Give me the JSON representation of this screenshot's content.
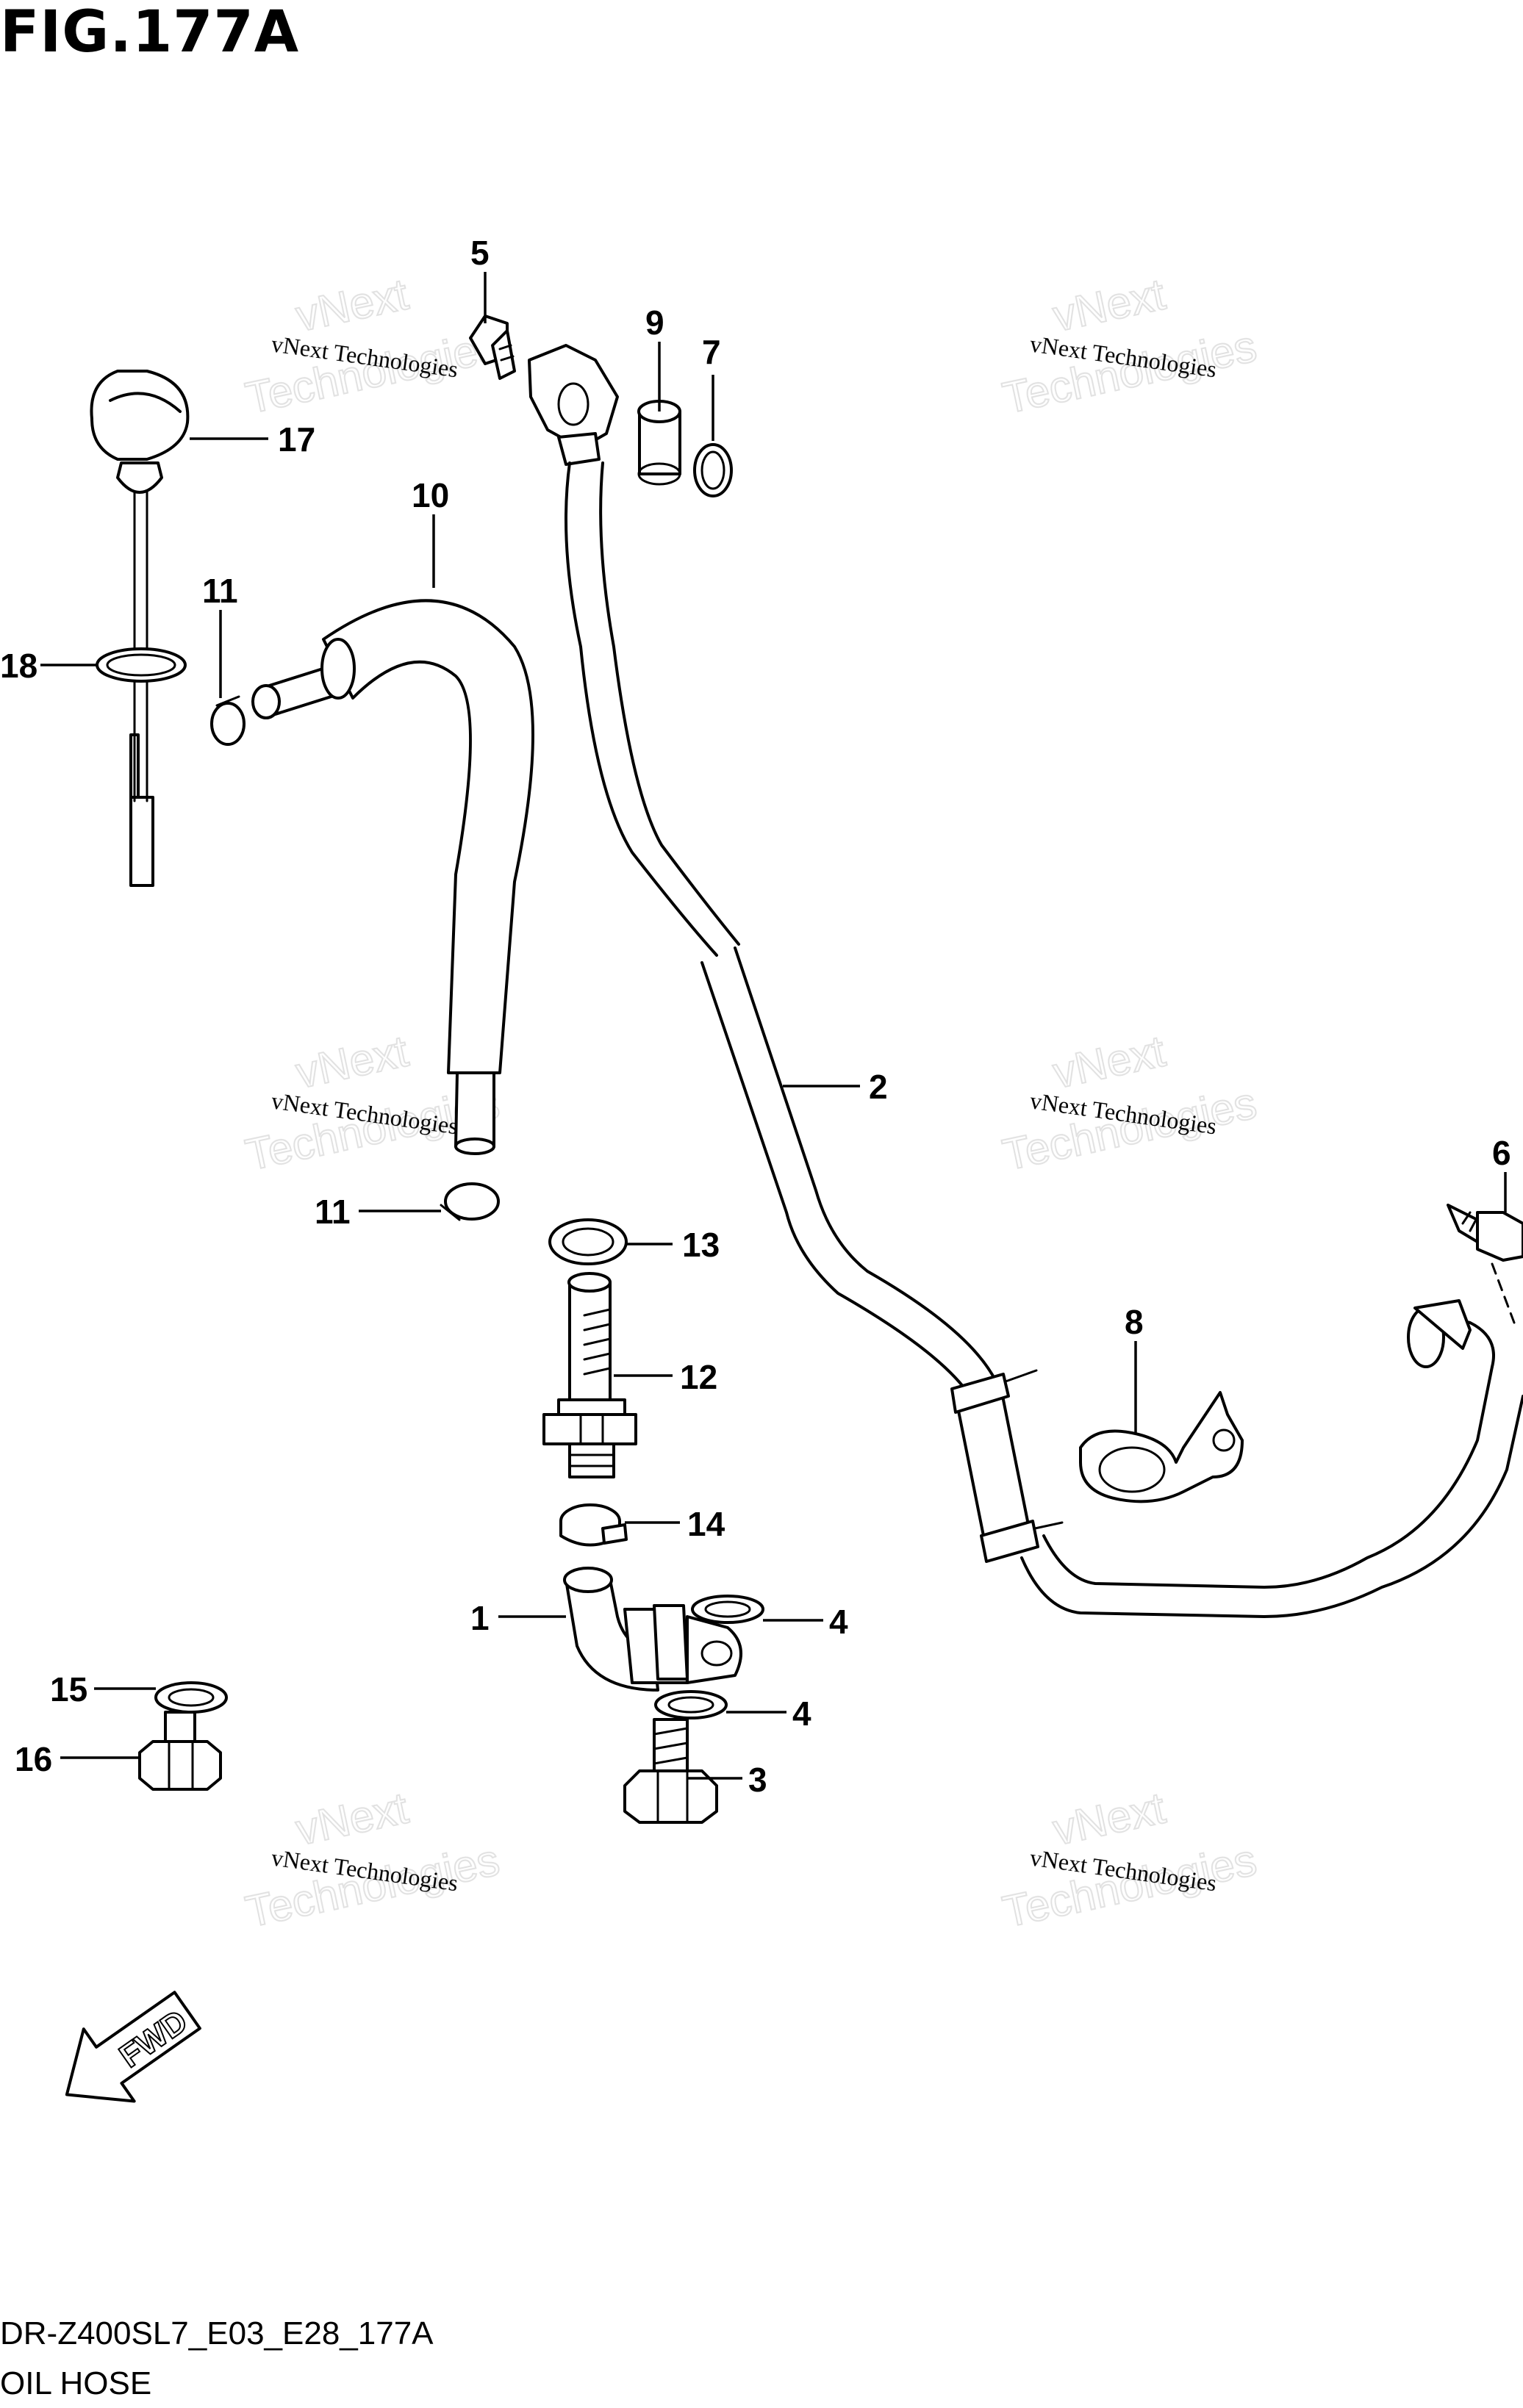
{
  "figure": {
    "title": "FIG.177A",
    "code": "DR-Z400SL7_E03_E28_177A",
    "caption": "OIL HOSE"
  },
  "watermark": {
    "line1": "vNext",
    "line2": "vNext Technologies",
    "line3": "Technologies"
  },
  "fwd_arrow": {
    "label": "FWD"
  },
  "callouts": [
    {
      "id": "1",
      "label": "1"
    },
    {
      "id": "2",
      "label": "2"
    },
    {
      "id": "3",
      "label": "3"
    },
    {
      "id": "4a",
      "label": "4"
    },
    {
      "id": "4b",
      "label": "4"
    },
    {
      "id": "5",
      "label": "5"
    },
    {
      "id": "6",
      "label": "6"
    },
    {
      "id": "7",
      "label": "7"
    },
    {
      "id": "8",
      "label": "8"
    },
    {
      "id": "9",
      "label": "9"
    },
    {
      "id": "10",
      "label": "10"
    },
    {
      "id": "11a",
      "label": "11"
    },
    {
      "id": "11b",
      "label": "11"
    },
    {
      "id": "12",
      "label": "12"
    },
    {
      "id": "13",
      "label": "13"
    },
    {
      "id": "14",
      "label": "14"
    },
    {
      "id": "15",
      "label": "15"
    },
    {
      "id": "16",
      "label": "16"
    },
    {
      "id": "17",
      "label": "17"
    },
    {
      "id": "18",
      "label": "18"
    }
  ]
}
